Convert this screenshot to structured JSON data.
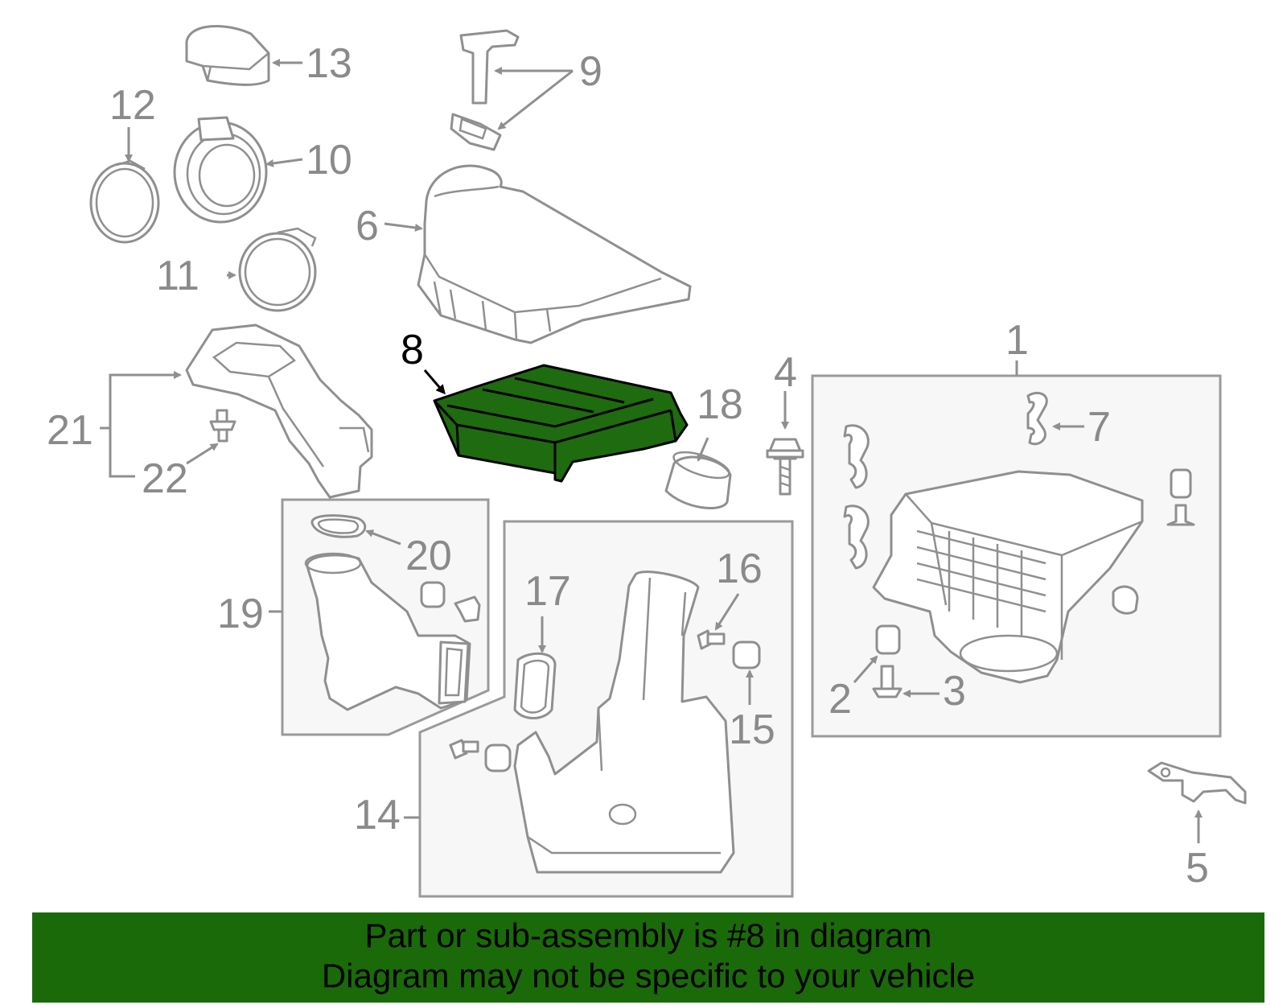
{
  "labels": {
    "p1": "1",
    "p2": "2",
    "p3": "3",
    "p4": "4",
    "p5": "5",
    "p6": "6",
    "p7": "7",
    "p8": "8",
    "p9": "9",
    "p10": "10",
    "p11": "11",
    "p12": "12",
    "p13": "13",
    "p14": "14",
    "p15": "15",
    "p16": "16",
    "p17": "17",
    "p18": "18",
    "p19": "19",
    "p20": "20",
    "p21": "21",
    "p22": "22"
  },
  "highlight": {
    "part": "8",
    "color": "#1b6a0a"
  },
  "banner": {
    "line1": "Part or sub-assembly is #8 in diagram",
    "line2": "Diagram may not be specific to your vehicle"
  }
}
